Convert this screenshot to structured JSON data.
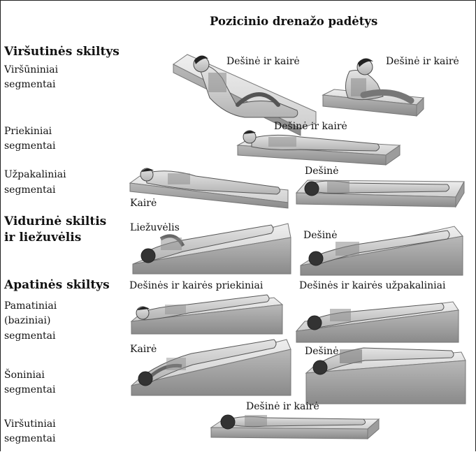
{
  "title": "Pozicinio drenažo padėtys",
  "sections": {
    "upper_lobes": {
      "heading": "Viršutinės skiltys",
      "apical": [
        "Viršūniniai",
        "segmentai"
      ],
      "anterior": [
        "Priekiniai",
        "segmentai"
      ],
      "posterior": [
        "Užpakaliniai",
        "segmentai"
      ]
    },
    "middle_lobe": {
      "heading": [
        "Vidurinė skiltis",
        "ir liežuvėlis"
      ]
    },
    "lower_lobes": {
      "heading": "Apatinės skiltys",
      "basal": [
        "Pamatiniai",
        "(baziniai)",
        "segmentai"
      ],
      "lateral": [
        "Šoniniai",
        "segmentai"
      ],
      "superior": [
        "Viršutiniai",
        "segmentai"
      ]
    }
  },
  "figure_labels": {
    "apical_left": "Dešinė ir kairė",
    "apical_right": "Dešinė ir kairė",
    "anterior": "Dešinė ir kairė",
    "posterior_left": "Kairė",
    "posterior_right": "Dešinė",
    "lingula": "Liežuvėlis",
    "middle_right": "Dešinė",
    "basal_anterior": "Dešinės ir kairės priekiniai",
    "basal_posterior": "Dešinės ir kairės užpakaliniai",
    "lateral_left": "Kairė",
    "lateral_right": "Dešinė",
    "superior": "Dešinė ir kairė"
  }
}
